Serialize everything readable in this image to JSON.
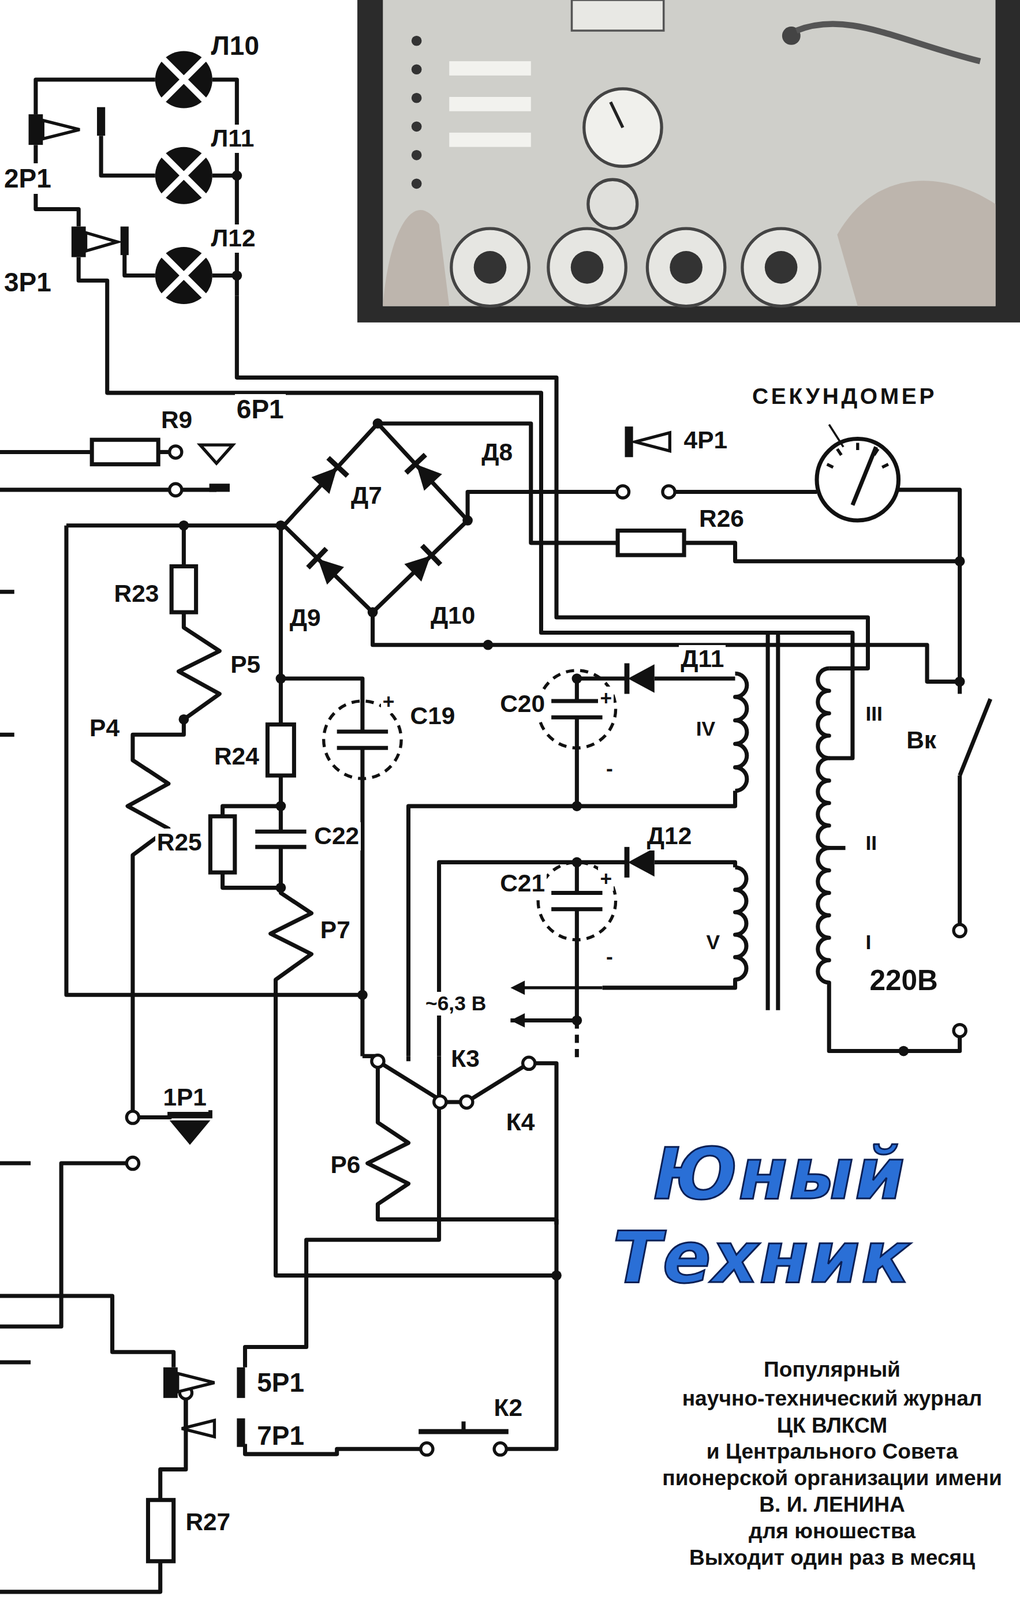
{
  "diagram": {
    "labels": [
      "Л10",
      "Л11",
      "Л12",
      "2Р1",
      "3Р1",
      "R9",
      "6Р1",
      "Д8",
      "Д7",
      "Д9",
      "Д10",
      "4Р1",
      "СЕКУНДОМЕР",
      "R26",
      "R23",
      "Р5",
      "Р4",
      "R24",
      "C19",
      "+",
      "R25",
      "C22",
      "Р7",
      "C20",
      "+",
      "-",
      "Д11",
      "IV",
      "III",
      "II",
      "Вк",
      "Д12",
      "C21",
      "+",
      "-",
      "V",
      "I",
      "~6,3 В",
      "220В",
      "1Р1",
      "К3",
      "К4",
      "Р6",
      "5Р1",
      "7Р1",
      "К2",
      "R27",
      "Юный",
      "Техник",
      "Популярный",
      "научно-технический журнал",
      "ЦК ВЛКСМ",
      "и Центрального Совета",
      "пионерской организации имени",
      "В. И. ЛЕНИНА",
      "для юношества",
      "Выходит один раз в месяц"
    ]
  }
}
